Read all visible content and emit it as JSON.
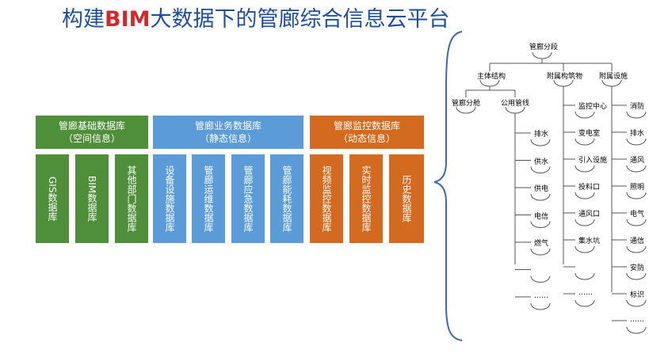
{
  "title": {
    "pre": "构建",
    "highlight": "BIM",
    "post": "大数据下的管廊综合信息云平台"
  },
  "groups": [
    {
      "name": "管廊基础数据库",
      "sub": "（空间信息）",
      "color": "#4f8f3a",
      "items": [
        "GIS数据库",
        "BIM数据库",
        "其他部门数据库"
      ]
    },
    {
      "name": "管廊业务数据库",
      "sub": "（静态信息）",
      "color": "#5a9bd8",
      "items": [
        "设备设施数据库",
        "管廊运维数据库",
        "管廊应急数据库",
        "管廊能耗数据库"
      ]
    },
    {
      "name": "管廊监控数据库",
      "sub": "（动态信息）",
      "color": "#d46a1f",
      "items": [
        "视频监控数据库",
        "实时监控数据库",
        "历史数据库"
      ]
    }
  ],
  "tree": {
    "root": "管廊分段",
    "level1": [
      "主体结构",
      "附属构筑物",
      "附属设施"
    ],
    "main_struct": [
      "管廊分舱",
      "公用管线"
    ],
    "pipelines": [
      "排水",
      "供水",
      "供电",
      "电信",
      "燃气",
      "",
      "……"
    ],
    "structures": [
      "监控中心",
      "变电室",
      "引入设施",
      "投料口",
      "通风口",
      "集水坑",
      "",
      "……"
    ],
    "facilities": [
      "消防",
      "排水",
      "通风",
      "照明",
      "电气",
      "通信",
      "安防",
      "标识",
      "……"
    ]
  }
}
